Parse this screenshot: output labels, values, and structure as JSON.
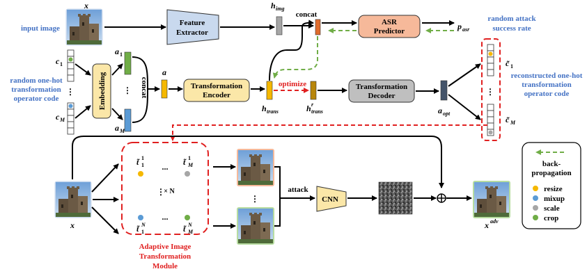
{
  "labels": {
    "x_top": "x",
    "input_image": "input image",
    "feature_extractor": [
      "Feature",
      "Extractor"
    ],
    "h_img": "h",
    "h_img_sub": "img",
    "concat_top": "concat",
    "asr_predictor": [
      "ASR",
      "Predictor"
    ],
    "p_asr": "p",
    "p_asr_sub": "asr",
    "random_attack": [
      "random attack",
      "success rate"
    ],
    "c1": "c",
    "c1_sub": "1",
    "cM": "c",
    "cM_sub": "M",
    "random_code": [
      "random one-hot",
      "transformation",
      "operator code"
    ],
    "embedding": "Embedding",
    "a1": "a",
    "a1_sub": "1",
    "aM": "a",
    "aM_sub": "M",
    "concat_mid": "concat",
    "a": "a",
    "transformation_encoder": [
      "Transformation",
      "Encoder"
    ],
    "h_trans": "h",
    "h_trans_sub": "trans",
    "optimize": "optimize",
    "h_trans_prime": "h",
    "h_trans_prime_sub": "trans",
    "h_trans_prime_sup": "r",
    "transformation_decoder": [
      "Transformation",
      "Decoder"
    ],
    "a_opt": "a",
    "a_opt_sub": "opt",
    "c1_hat": "c̃",
    "c1_hat_sub": "1",
    "cM_hat": "c̃",
    "cM_hat_sub": "M",
    "reconstructed": [
      "reconstructed one-hot",
      "transformation",
      "operator code"
    ],
    "x_bottom": "x",
    "t11": "t̃",
    "t11_sup": "1",
    "t11_sub": "1",
    "t1M": "t̃",
    "t1M_sup": "1",
    "t1M_sub": "M",
    "tN1": "t̃",
    "tN1_sup": "N",
    "tN1_sub": "1",
    "tNM": "t̃",
    "tNM_sup": "N",
    "tNM_sub": "M",
    "times_n": "× N",
    "dots": "...",
    "vdots": "⋮",
    "attack": "attack",
    "cnn": "CNN",
    "x_adv": "x",
    "x_adv_sup": "adv",
    "adaptive_module": [
      "Adaptive Image",
      "Transformation",
      "Module"
    ]
  },
  "legend": {
    "title": [
      "back-",
      "propagation"
    ],
    "items": [
      {
        "label": "resize",
        "color": "#f5b800"
      },
      {
        "label": "mixup",
        "color": "#5b9bd5"
      },
      {
        "label": "scale",
        "color": "#a6a6a6"
      },
      {
        "label": "crop",
        "color": "#70ad47"
      }
    ]
  },
  "colors": {
    "feature_extractor": "#c9d9ee",
    "asr_predictor": "#f6b99a",
    "encoder": "#fbe7a8",
    "decoder": "#bfbfbf",
    "embedding": "#fbe7a8",
    "cnn": "#fbe7a8",
    "green_bar": "#70ad47",
    "blue_bar": "#5b9bd5",
    "orange_bar": "#f5b800",
    "brown_bar": "#b8860b",
    "dark_bar": "#44546a",
    "gray_bar": "#a6a6a6",
    "concat_bar": "#e06c2c",
    "red_dashed": "#e02020",
    "green_dashed": "#70ad47",
    "label_blue": "#4472c4"
  }
}
